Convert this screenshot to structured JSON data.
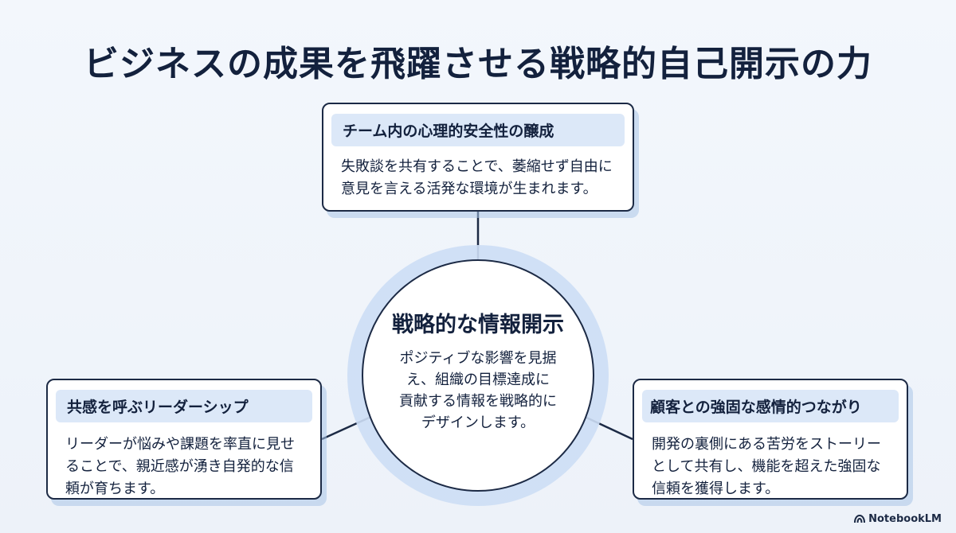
{
  "title": "ビジネスの成果を飛躍させる戦略的自己開示の力",
  "center": {
    "title": "戦略的な情報開示",
    "body": "ポジティブな影響を見据\nえ、組織の目標達成に\n貢献する情報を戦略的に\nデザインします。"
  },
  "cards": {
    "top": {
      "heading": "チーム内の心理的安全性の醸成",
      "body": "失敗談を共有することで、萎縮せず自由に\n意見を言える活発な環境が生まれます。"
    },
    "left": {
      "heading": "共感を呼ぶリーダーシップ",
      "body": "リーダーが悩みや課題を率直に見せ\nることで、親近感が湧き自発的な信\n頼が育ちます。"
    },
    "right": {
      "heading": "顧客との強固な感情的つながり",
      "body": "開発の裏側にある苦労をストーリー\nとして共有し、機能を超えた強固な\n信頼を獲得します。"
    }
  },
  "brand": {
    "label": "NotebookLM",
    "icon": "notebooklm-logo-icon"
  },
  "colors": {
    "background": "#eef3fa",
    "text": "#13213d",
    "heading_fill": "#dce8f8",
    "border": "#1c2a45",
    "halo": "#cddef5"
  }
}
